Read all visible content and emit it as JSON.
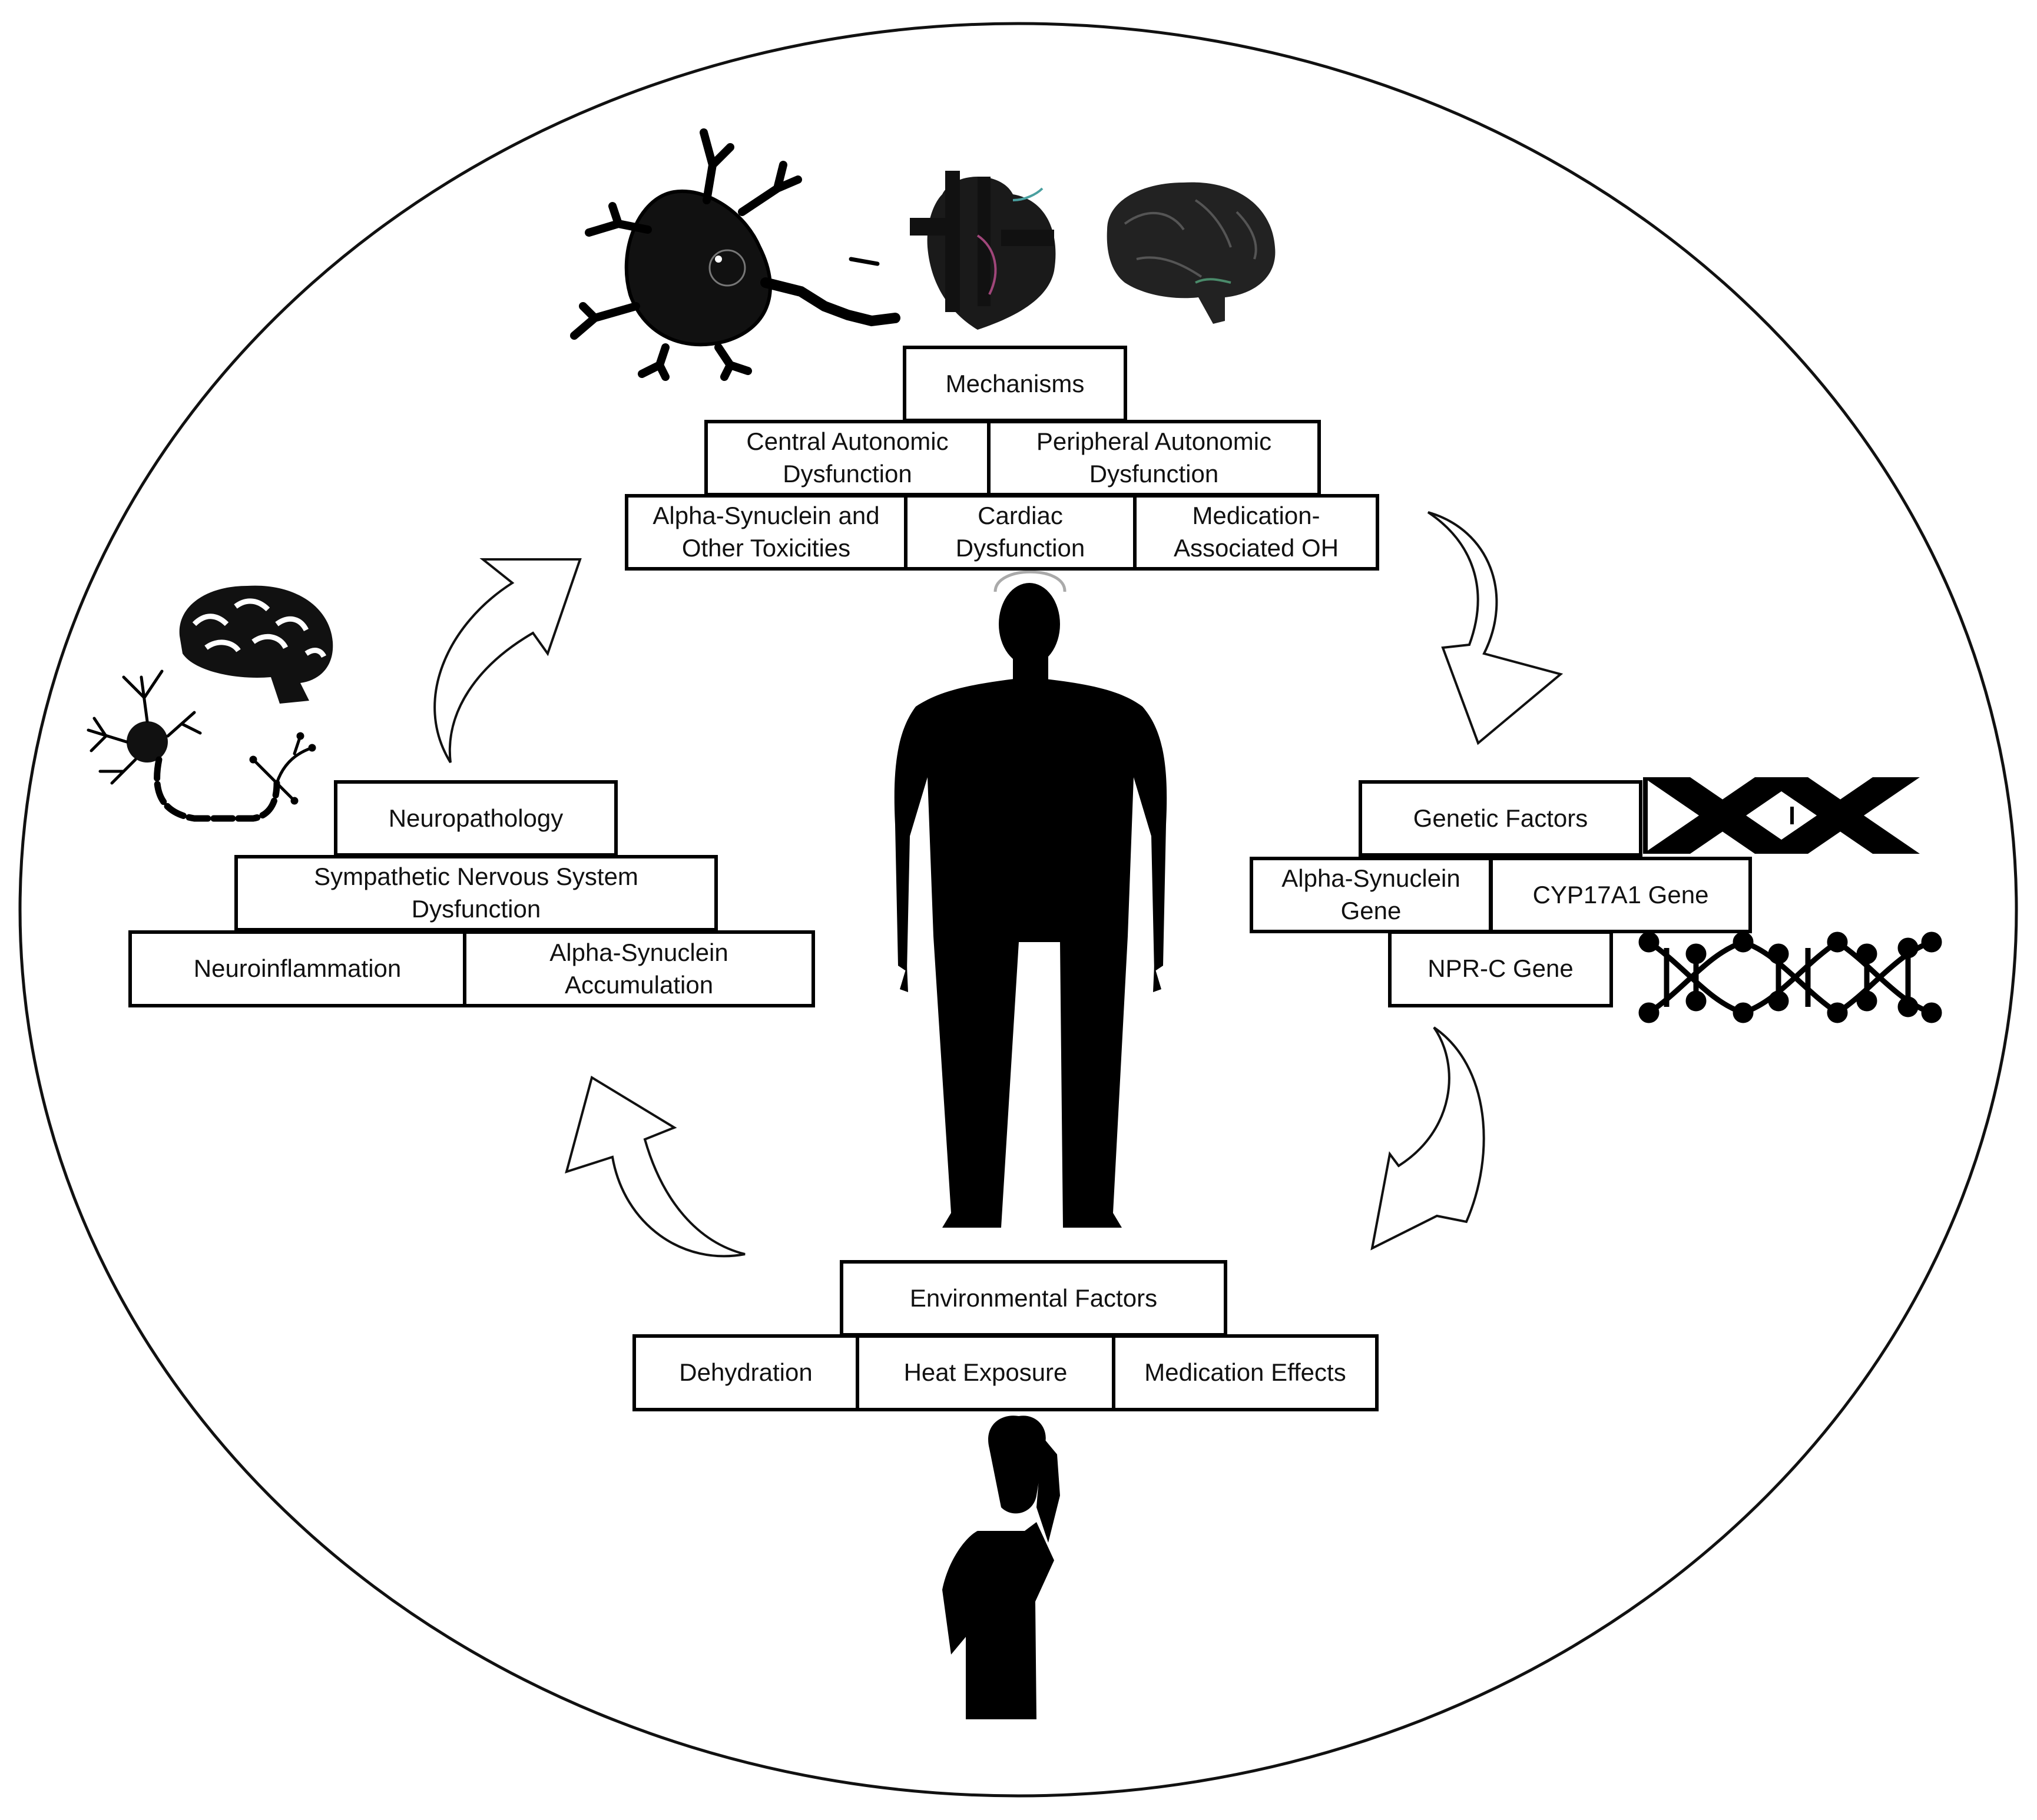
{
  "colors": {
    "stroke": "#000000",
    "fill": "#000000",
    "background": "#ffffff",
    "brain_dark": "#1e1e1e",
    "heart": "#1a1a1a"
  },
  "icons": [
    "neuron-icon",
    "heart-icon",
    "brain-icon",
    "person-silhouette-icon",
    "distressed-person-icon",
    "dna-helix-icon",
    "dna-molecule-icon",
    "cycle-arrow-icon"
  ],
  "mechanisms": {
    "title": "Mechanisms",
    "central": "Central Autonomic Dysfunction",
    "peripheral": "Peripheral Autonomic Dysfunction",
    "alpha_toxicities": "Alpha-Synuclein and Other Toxicities",
    "cardiac": "Cardiac Dysfunction",
    "medication_oh": "Medication-Associated OH"
  },
  "neuropathology": {
    "title": "Neuropathology",
    "sympathetic": "Sympathetic Nervous System Dysfunction",
    "neuroinflammation": "Neuroinflammation",
    "alpha_accumulation": "Alpha-Synuclein Accumulation"
  },
  "genetic": {
    "title": "Genetic Factors",
    "alpha_gene": "Alpha-Synuclein Gene",
    "cyp17a1": "CYP17A1 Gene",
    "nprc": "NPR-C Gene"
  },
  "environmental": {
    "title": "Environmental Factors",
    "dehydration": "Dehydration",
    "heat": "Heat Exposure",
    "medication": "Medication Effects"
  }
}
